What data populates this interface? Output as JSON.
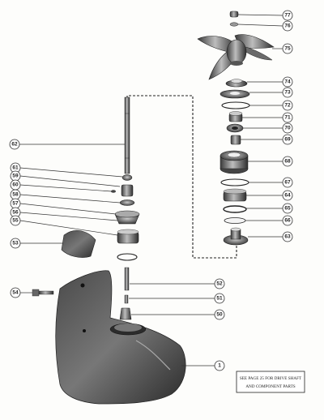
{
  "callouts": {
    "c77": "77",
    "c76": "76",
    "c75": "75",
    "c74": "74",
    "c73": "73",
    "c72": "72",
    "c71": "71",
    "c70": "70",
    "c69": "69",
    "c68": "68",
    "c67": "67",
    "c64": "64",
    "c65": "65",
    "c66": "66",
    "c63": "63",
    "c62": "62",
    "c61": "61",
    "c59": "59",
    "c60": "60",
    "c58": "58",
    "c57": "57",
    "c56": "56",
    "c55": "55",
    "c53": "53",
    "c54": "54",
    "c52": "52",
    "c51": "51",
    "c50": "50",
    "c1": "1"
  },
  "note": {
    "line1": "SEE PAGE 25 FOR DRIVE SHAFT",
    "line2": "AND COMPONENT PARTS"
  }
}
